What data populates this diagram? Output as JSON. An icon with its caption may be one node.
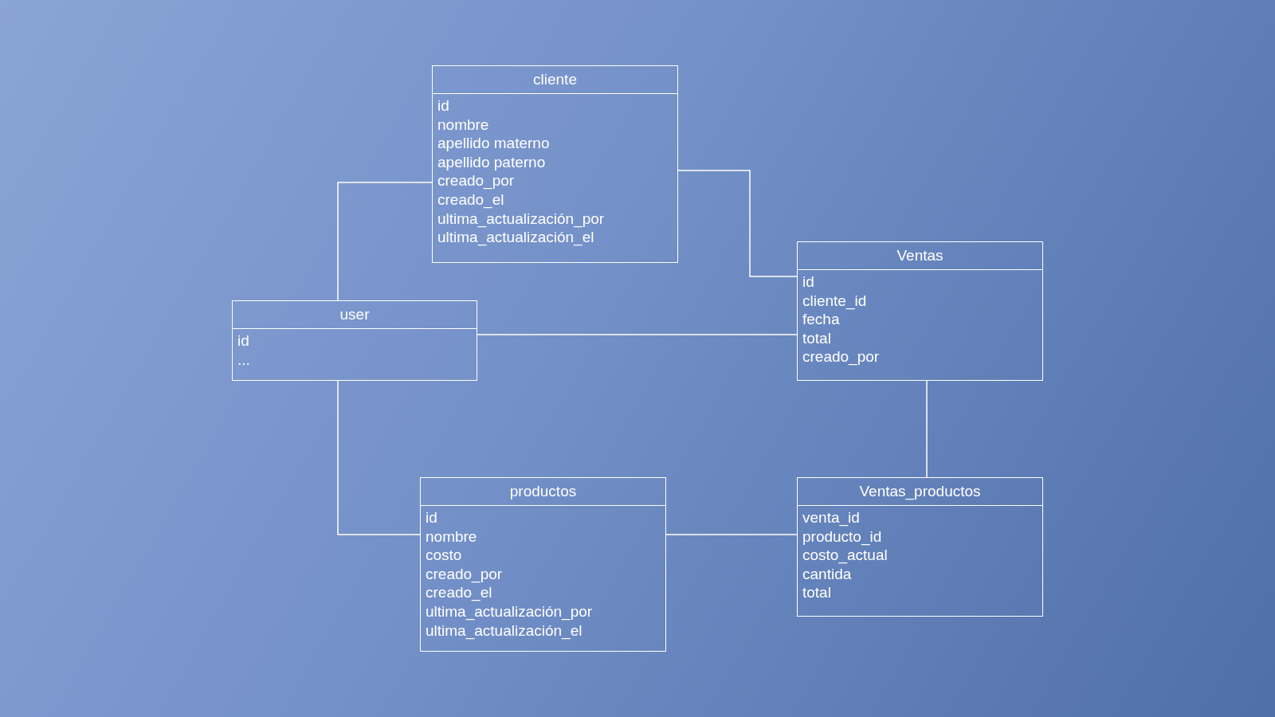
{
  "diagram": {
    "nodes": [
      {
        "text": [
          "cliente",
          "id",
          "nombre",
          "apellido materno",
          "apellido paterno",
          "creado_por",
          "creado_el",
          "ultima_actualización_por",
          "ultima_actualización_el"
        ]
      },
      {
        "text": [
          "Ventas",
          "id",
          "cliente_id",
          "fecha",
          "total",
          "creado_por"
        ]
      },
      {
        "text": [
          "user",
          "id",
          "..."
        ]
      },
      {
        "text": [
          "productos",
          "id",
          "nombre",
          "costo",
          "creado_por",
          "creado_el",
          "ultima_actualización_por",
          "ultima_actualización_el"
        ]
      },
      {
        "text": [
          "Ventas_productos",
          "venta_id",
          "producto_id",
          "costo_actual",
          "cantida",
          "total"
        ]
      }
    ],
    "edges": [
      {
        "from": 2,
        "to": 0,
        "arrow": "none"
      },
      {
        "from": 0,
        "to": 1,
        "arrow": "none"
      },
      {
        "from": 2,
        "to": 1,
        "arrow": "none"
      },
      {
        "from": 2,
        "to": 3,
        "arrow": "none"
      },
      {
        "from": 3,
        "to": 4,
        "arrow": "none"
      },
      {
        "from": 1,
        "to": 4,
        "arrow": "none"
      }
    ]
  }
}
